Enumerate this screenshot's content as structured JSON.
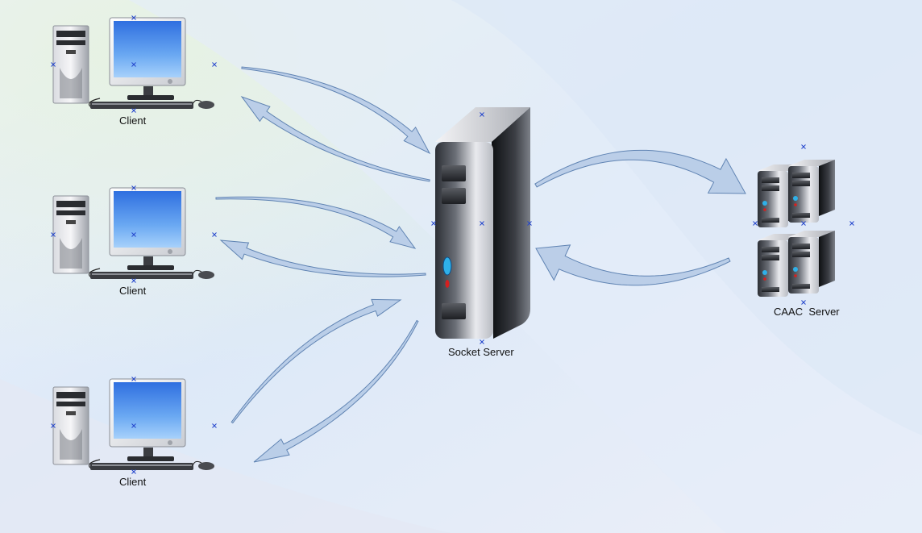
{
  "diagram": {
    "clients": [
      {
        "label": "Client"
      },
      {
        "label": "Client"
      },
      {
        "label": "Client"
      }
    ],
    "socket_server": {
      "label": "Socket Server"
    },
    "caac_server": {
      "label": "CAAC  Server"
    }
  },
  "colors": {
    "arrow_fill": "#b9cde8",
    "arrow_stroke": "#5a7fb0",
    "handle": "#2244cc"
  }
}
